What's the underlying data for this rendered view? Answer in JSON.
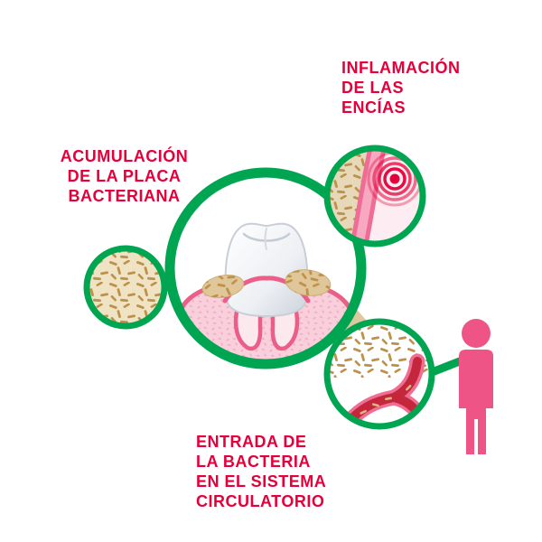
{
  "theme": {
    "green": "#00A551",
    "red": "#E4003A",
    "pink-person": "#EE5586",
    "gum-pink": "#F8CFDB",
    "gum-edge": "#EA5E88",
    "tan": "#BE9149",
    "tan-bg": "#EFE3C4",
    "plaque": "#DFC79A"
  },
  "labels": {
    "plaque_accumulation": {
      "lines": [
        "ACUMULACIÓN",
        "DE LA PLACA",
        "BACTERIANA"
      ]
    },
    "gum_inflammation": {
      "lines": [
        "INFLAMACIÓN",
        "DE LAS",
        "ENCÍAS"
      ]
    },
    "bacteria_entry": {
      "lines": [
        "ENTRADA DE",
        "LA BACTERIA",
        "EN EL SISTEMA",
        "CIRCULATORIO"
      ]
    }
  },
  "icons": {
    "main_circle": "tooth-gum-cross-section",
    "left_circle": "plaque-bacteria-texture",
    "top_right_circle": "gum-inflammation-target",
    "bottom_right_circle": "blood-vessel-bacteria",
    "person": "human-silhouette"
  }
}
